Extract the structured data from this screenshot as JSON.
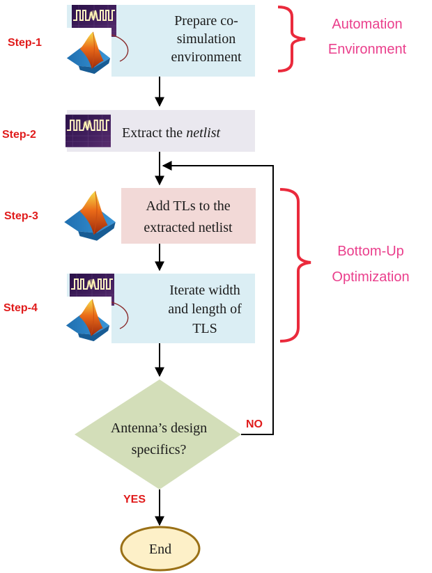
{
  "colors": {
    "step_label": "#e01b1b",
    "brace": "#ea2a3c",
    "brace_label": "#ea3f8c",
    "box_blue": "#dbeef4",
    "box_gray": "#eae8ef",
    "box_pink": "#f2d9d7",
    "decision_fill": "#d3deb9",
    "end_fill": "#fdf0c8",
    "end_stroke": "#9a7016",
    "arrow": "#000000"
  },
  "steps": [
    {
      "label": "Step-1",
      "icons": [
        "waveform-icon",
        "matlab-icon"
      ],
      "lines": [
        "Prepare co-",
        "simulation",
        "environment"
      ]
    },
    {
      "label": "Step-2",
      "icons": [
        "waveform-icon"
      ],
      "line_prefix": "Extract the ",
      "line_italic": "netlist"
    },
    {
      "label": "Step-3",
      "icons": [
        "matlab-icon"
      ],
      "lines": [
        "Add TLs to the",
        "extracted netlist"
      ]
    },
    {
      "label": "Step-4",
      "icons": [
        "waveform-icon",
        "matlab-icon"
      ],
      "lines": [
        "Iterate width",
        "and length of",
        "TLS"
      ]
    }
  ],
  "decision": {
    "lines": [
      "Antenna’s design",
      "specifics?"
    ]
  },
  "end": {
    "label": "End"
  },
  "branches": {
    "no": "NO",
    "yes": "YES"
  },
  "braces": [
    {
      "lines": [
        "Automation",
        "Environment"
      ]
    },
    {
      "lines": [
        "Bottom-Up",
        "Optimization"
      ]
    }
  ]
}
